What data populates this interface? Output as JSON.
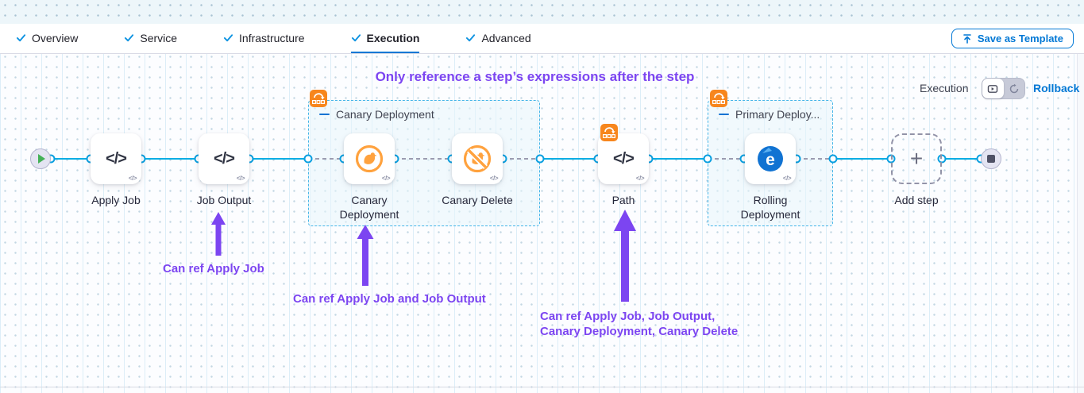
{
  "tab_bar": {
    "tabs": [
      {
        "label": "Overview",
        "checked": true
      },
      {
        "label": "Service",
        "checked": true
      },
      {
        "label": "Infrastructure",
        "checked": true
      },
      {
        "label": "Execution",
        "checked": true
      },
      {
        "label": "Advanced",
        "checked": true
      }
    ],
    "active_tab": "Execution",
    "save_button": "Save as Template"
  },
  "canvas": {
    "heading": "Only reference a step’s expressions after the step",
    "mode_toggle": {
      "label": "Execution",
      "rollback_link": "Rollback",
      "icons": [
        "execution-icon",
        "rollback-icon"
      ],
      "active_mode": "Execution"
    },
    "groups": [
      {
        "label": "Canary Deployment",
        "badge_icon": "rollback-steps-icon"
      },
      {
        "label": "Primary Deploy...",
        "badge_icon": "rollback-steps-icon"
      }
    ],
    "steps": [
      {
        "label": "Apply Job",
        "icon": "code-icon"
      },
      {
        "label": "Job Output",
        "icon": "code-icon"
      },
      {
        "label": "Canary Deployment",
        "icon": "canary-deployment-icon"
      },
      {
        "label": "Canary Delete",
        "icon": "canary-delete-icon"
      },
      {
        "label": "Path",
        "icon": "code-icon",
        "badge_icon": "rollback-steps-icon"
      },
      {
        "label": "Rolling Deployment",
        "icon": "rolling-deployment-icon"
      },
      {
        "label": "Add step",
        "icon": "plus-icon"
      }
    ],
    "annotations": {
      "note1": "Can ref Apply Job",
      "note2": "Can ref Apply Job and Job Output",
      "note3_line1": "Can ref Apply Job, Job Output,",
      "note3_line2": "Canary Deployment, Canary Delete"
    }
  },
  "colors": {
    "accent_blue": "#0278d5",
    "check_blue": "#0b92e1",
    "connector_blue": "#00ade4",
    "annotation_purple": "#7c45f1",
    "step_orange": "#ffa23e",
    "badge_orange": "#f7861d",
    "rolling_blue": "#1173d2"
  }
}
